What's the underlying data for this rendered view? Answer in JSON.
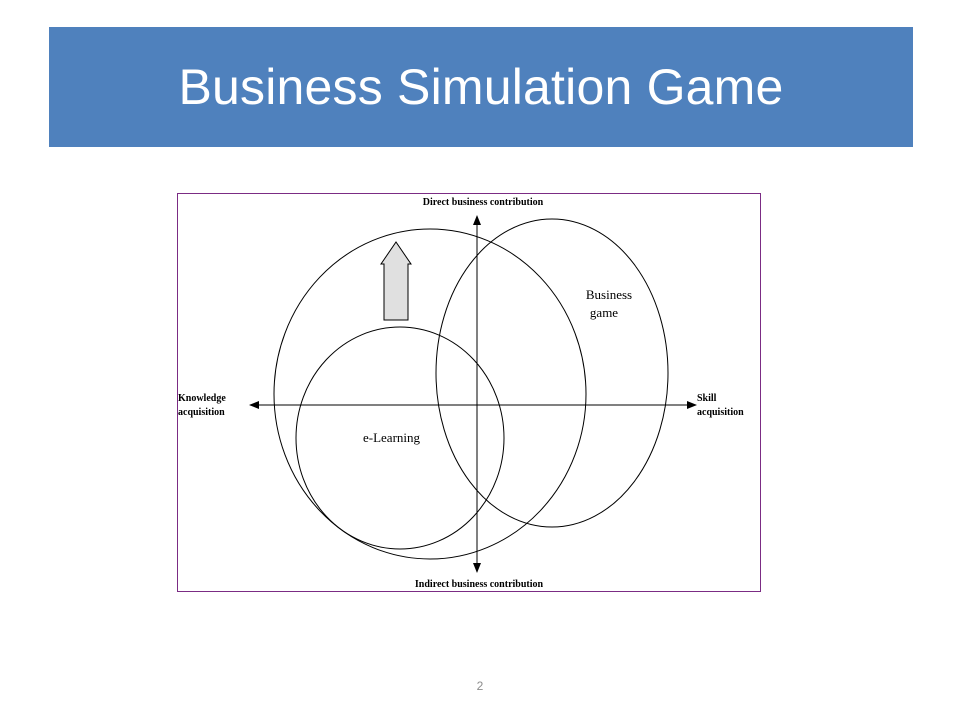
{
  "slide": {
    "title": "Business Simulation Game",
    "page_number": "2"
  },
  "diagram": {
    "axes": {
      "top": "Direct business contribution",
      "bottom": "Indirect business contribution",
      "left_line1": "Knowledge",
      "left_line2": "acquisition",
      "right_line1": "Skill",
      "right_line2": "acquisition"
    },
    "regions": {
      "elearning": "e-Learning",
      "business_game_line1": "Business",
      "business_game_line2": "game"
    },
    "colors": {
      "banner": "#4f81bd",
      "frame": "#7b2c84",
      "arrow_fill": "#e0e0e0"
    }
  }
}
